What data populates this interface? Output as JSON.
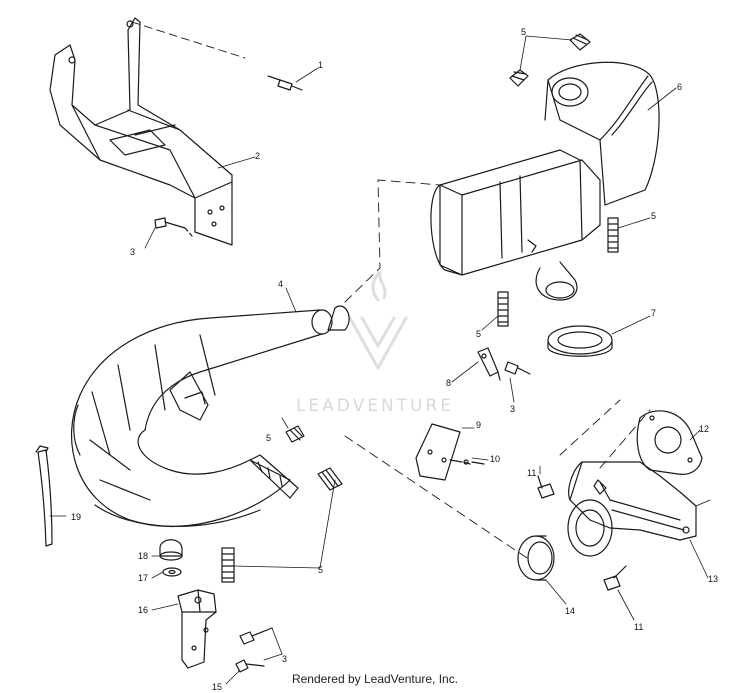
{
  "watermark": {
    "text": "LEADVENTURE"
  },
  "footer": {
    "text": "Rendered by LeadVenture, Inc."
  },
  "callouts": {
    "c1": "1",
    "c2": "2",
    "c3a": "3",
    "c3b": "3",
    "c3c": "3",
    "c4": "4",
    "c5a": "5",
    "c5b": "5",
    "c5c": "5",
    "c5d": "5",
    "c5e": "5",
    "c6": "6",
    "c7": "7",
    "c8": "8",
    "c9": "9",
    "c10": "10",
    "c11a": "11",
    "c11b": "11",
    "c12": "12",
    "c13": "13",
    "c14": "14",
    "c15": "15",
    "c16": "16",
    "c17": "17",
    "c18": "18",
    "c19": "19"
  },
  "colors": {
    "line": "#1a1a1a",
    "watermark": "#d9d9d9"
  }
}
